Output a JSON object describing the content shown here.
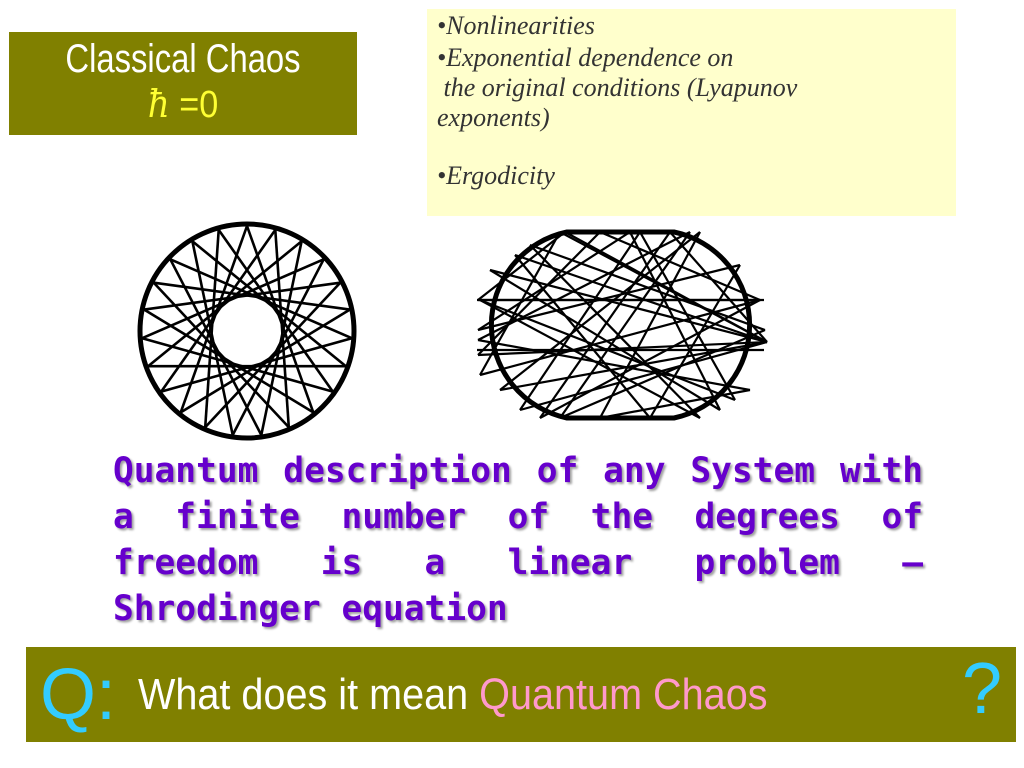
{
  "title": {
    "line1": "Classical Chaos",
    "hbar": "ħ",
    "eq": " =0"
  },
  "properties": [
    "•Nonlinearities",
    "•Exponential dependence on",
    " the original conditions (Lyapunov",
    "exponents)",
    "•Ergodicity"
  ],
  "quantum_text": "Quantum description of any System with a finite number of the degrees of freedom is a linear problem – Shrodinger equation",
  "question": {
    "q": "Q:",
    "text": "What does it mean ",
    "highlight": "Quantum Chaos",
    "mark": "?"
  },
  "colors": {
    "olive": "#808000",
    "purple": "#6600cc",
    "cyan": "#33ccff",
    "pink": "#ff99cc",
    "yellow": "#ffff33",
    "note_bg": "#ffffcc"
  },
  "figures": [
    {
      "name": "circular-billiard-trajectory",
      "icon": "circle-billiard"
    },
    {
      "name": "stadium-billiard-trajectory",
      "icon": "stadium-billiard"
    }
  ]
}
